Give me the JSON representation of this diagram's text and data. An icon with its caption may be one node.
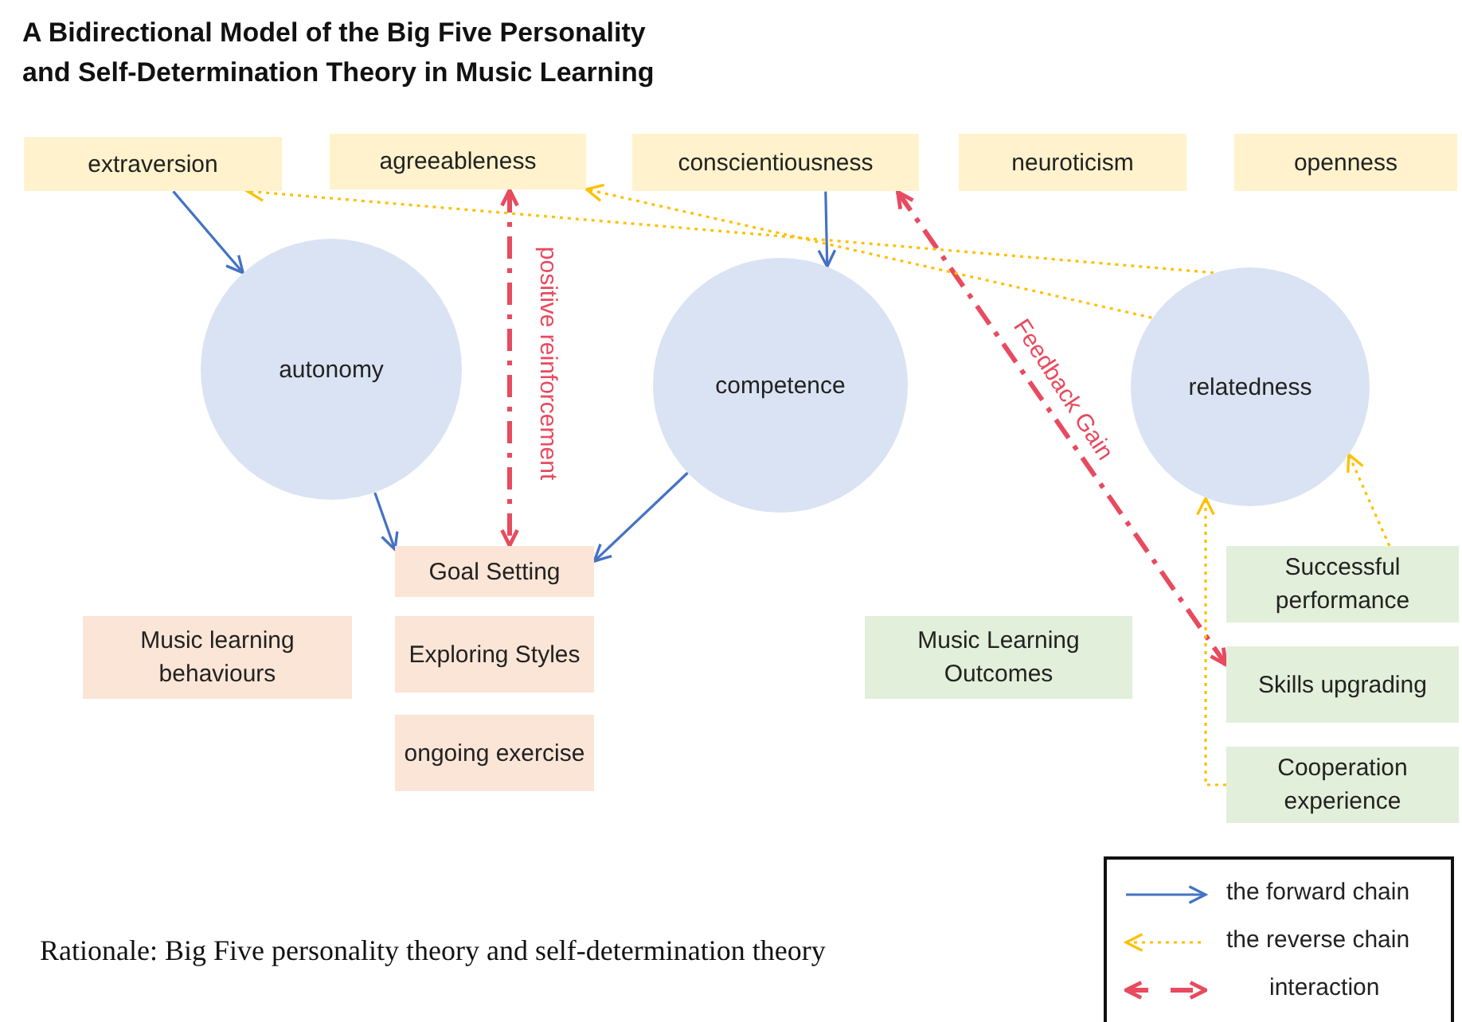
{
  "diagram": {
    "title": "A Bidirectional Model of the Big Five Personality and Self-Determination Theory in Music Learning",
    "nodes": [
      {
        "text": [
          "extraversion"
        ]
      },
      {
        "text": [
          "agreeableness"
        ]
      },
      {
        "text": [
          "conscientiousness"
        ]
      },
      {
        "text": [
          "neuroticism"
        ]
      },
      {
        "text": [
          "openness"
        ]
      },
      {
        "text": [
          "autonomy"
        ]
      },
      {
        "text": [
          "competence"
        ]
      },
      {
        "text": [
          "relatedness"
        ]
      },
      {
        "text": [
          "Goal Setting"
        ]
      },
      {
        "text": [
          "Exploring Styles"
        ]
      },
      {
        "text": [
          "ongoing exercise"
        ]
      },
      {
        "text": [
          "Music learning behaviours"
        ]
      },
      {
        "text": [
          "Music Learning Outcomes"
        ]
      },
      {
        "text": [
          "Successful performance"
        ]
      },
      {
        "text": [
          "Skills upgrading"
        ]
      },
      {
        "text": [
          "Cooperation experience"
        ]
      }
    ],
    "edges": [
      {
        "from": 0,
        "to": 5,
        "arrow": "to"
      },
      {
        "from": 2,
        "to": 6,
        "arrow": "to"
      },
      {
        "from": 5,
        "to": 8,
        "arrow": "to"
      },
      {
        "from": 6,
        "to": 8,
        "arrow": "to"
      },
      {
        "from": 1,
        "to": 8,
        "arrow": "both",
        "label": "positive reinforcement",
        "style": "dashed",
        "color": "#e84a5f"
      },
      {
        "from": 2,
        "to": 14,
        "arrow": "both",
        "label": "Feedback Gain",
        "style": "dashed",
        "color": "#e84a5f"
      },
      {
        "from": 7,
        "to": 0,
        "arrow": "to",
        "style": "dashed",
        "color": "#ffc000"
      },
      {
        "from": 7,
        "to": 1,
        "arrow": "to",
        "style": "dashed",
        "color": "#ffc000"
      },
      {
        "from": 15,
        "to": 7,
        "arrow": "to",
        "style": "dashed",
        "color": "#ffc000"
      },
      {
        "from": 13,
        "to": 7,
        "arrow": "to",
        "style": "dashed",
        "color": "#ffc000"
      }
    ],
    "labels": [
      "Rationale: Big Five personality theory and self-determination theory"
    ],
    "legend": [
      {
        "text": "the forward chain"
      },
      {
        "text": "the reverse chain"
      },
      {
        "text": "interaction"
      }
    ]
  }
}
